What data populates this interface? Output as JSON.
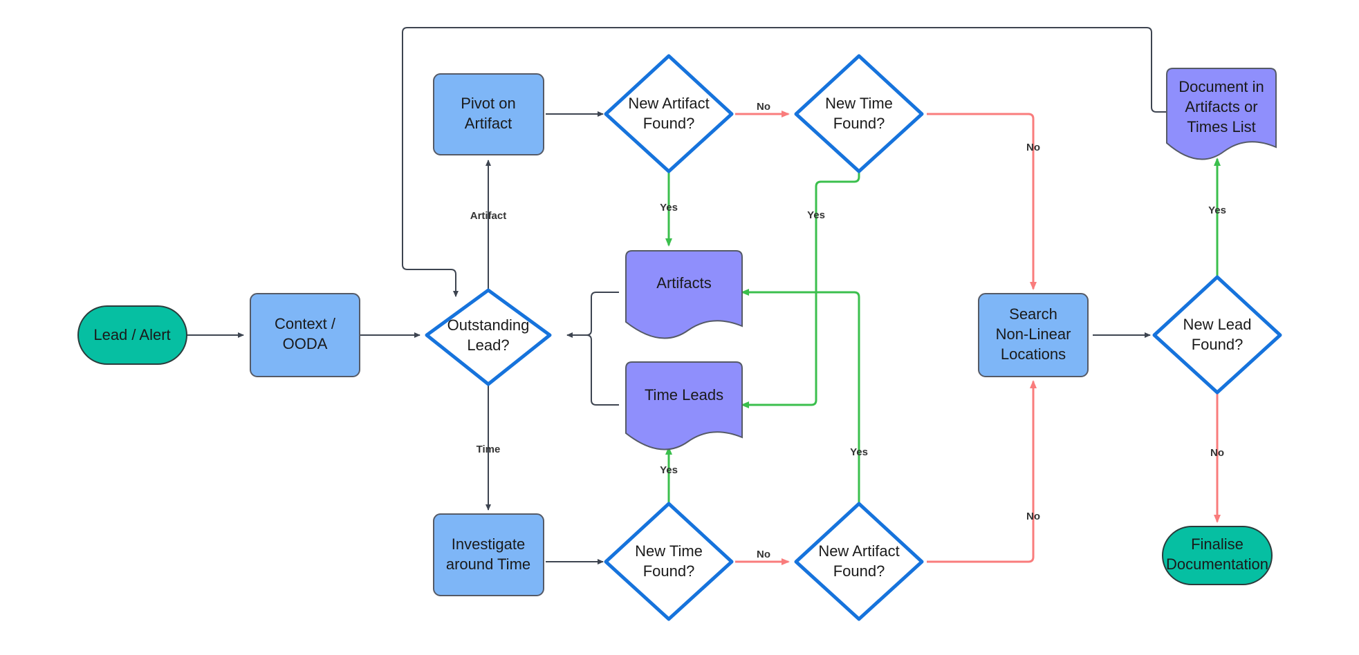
{
  "diagram": {
    "title": "Lead / Alert investigation flowchart",
    "colors": {
      "process_fill": "#7EB6F7",
      "decision_stroke": "#1673DC",
      "terminal_fill": "#06BFA2",
      "document_fill": "#8F8FFC",
      "default_edge": "#3d4450",
      "yes_edge": "#3BBF4D",
      "no_edge": "#F97C7C"
    },
    "nodes": {
      "lead_alert": {
        "label": "Lead / Alert",
        "shape": "terminal"
      },
      "context_ooda": {
        "label_line1": "Context /",
        "label_line2": "OODA",
        "shape": "process"
      },
      "outstanding_lead": {
        "label_line1": "Outstanding",
        "label_line2": "Lead?",
        "shape": "decision"
      },
      "pivot_on_artifact": {
        "label_line1": "Pivot on",
        "label_line2": "Artifact",
        "shape": "process"
      },
      "investigate_around_time": {
        "label_line1": "Investigate",
        "label_line2": "around Time",
        "shape": "process"
      },
      "new_artifact_found_top": {
        "label_line1": "New Artifact",
        "label_line2": "Found?",
        "shape": "decision"
      },
      "new_time_found_top": {
        "label_line1": "New Time",
        "label_line2": "Found?",
        "shape": "decision"
      },
      "new_time_found_bottom": {
        "label_line1": "New Time",
        "label_line2": "Found?",
        "shape": "decision"
      },
      "new_artifact_found_bottom": {
        "label_line1": "New Artifact",
        "label_line2": "Found?",
        "shape": "decision"
      },
      "artifacts": {
        "label": "Artifacts",
        "shape": "document"
      },
      "time_leads": {
        "label": "Time Leads",
        "shape": "document"
      },
      "search_non_linear": {
        "label_line1": "Search",
        "label_line2": "Non-Linear",
        "label_line3": "Locations",
        "shape": "process"
      },
      "new_lead_found": {
        "label_line1": "New Lead",
        "label_line2": "Found?",
        "shape": "decision"
      },
      "document_in_lists": {
        "label_line1": "Document in",
        "label_line2": "Artifacts or",
        "label_line3": "Times List",
        "shape": "document"
      },
      "finalise_documentation": {
        "label_line1": "Finalise",
        "label_line2": "Documentation",
        "shape": "terminal"
      }
    },
    "edge_labels": {
      "artifact": "Artifact",
      "time": "Time",
      "yes_artifact_top": "Yes",
      "no_artifact_top": "No",
      "yes_time_top": "Yes",
      "no_time_top": "No",
      "yes_time_bottom": "Yes",
      "no_time_bottom": "No",
      "yes_artifact_bottom": "Yes",
      "no_artifact_bottom": "No",
      "yes_new_lead": "Yes",
      "no_new_lead": "No"
    }
  }
}
